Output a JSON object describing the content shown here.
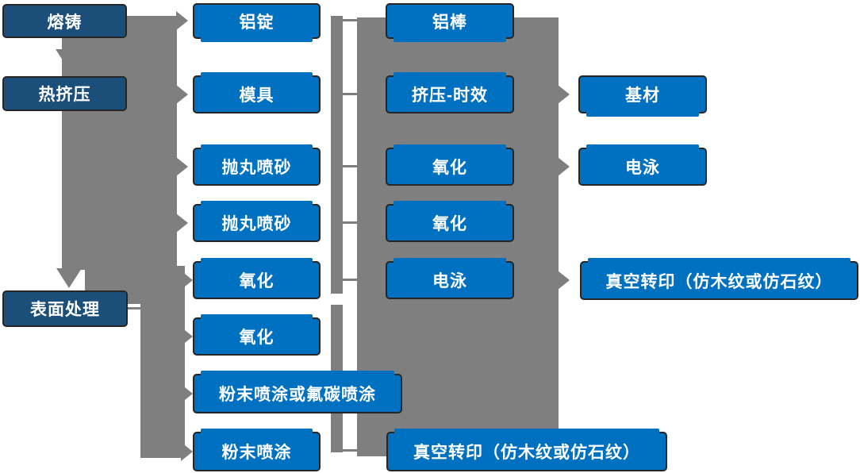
{
  "diagram": {
    "description_labels": {
      "col1_stage_boxes": [
        "熔铸",
        "热挤压",
        "表面处理"
      ],
      "col2_boxes": [
        "铝锭",
        "模具",
        "抛丸喷砂",
        "抛丸喷砂",
        "氧化",
        "氧化",
        "粉末喷涂或氟碳喷涂",
        "粉末喷涂"
      ],
      "col3_boxes": [
        "铝棒",
        "挤压-时效",
        "氧化",
        "氧化",
        "电泳",
        "真空转印（仿木纹或仿石纹）"
      ],
      "col4_boxes": [
        "基材",
        "电泳",
        "真空转印（仿木纹或仿石纹）"
      ]
    },
    "colors": {
      "process_box_blue": "#0070C0",
      "stage_box_dark_blue": "#1B4E79",
      "connector_gray": "#7F7F7F",
      "box_border": "#262626",
      "text": "#FFFFFF",
      "background": "#FFFFFF"
    }
  },
  "nodes": {
    "melt_cast": {
      "label": "熔铸"
    },
    "hot_extrusion": {
      "label": "热挤压"
    },
    "surface_treatment": {
      "label": "表面处理"
    },
    "aluminum_ingot": {
      "label": "铝锭"
    },
    "mold": {
      "label": "模具"
    },
    "shot_blasting_1": {
      "label": "抛丸喷砂"
    },
    "shot_blasting_2": {
      "label": "抛丸喷砂"
    },
    "oxidation_c2_1": {
      "label": "氧化"
    },
    "oxidation_c2_2": {
      "label": "氧化"
    },
    "powder_or_fluorocarbon_spray": {
      "label": "粉末喷涂或氟碳喷涂"
    },
    "powder_spray": {
      "label": "粉末喷涂"
    },
    "aluminum_rod": {
      "label": "铝棒"
    },
    "extrusion_aging": {
      "label": "挤压-时效"
    },
    "oxidation_c3_1": {
      "label": "氧化"
    },
    "oxidation_c3_2": {
      "label": "氧化"
    },
    "electrophoresis_c3": {
      "label": "电泳"
    },
    "vacuum_transfer_bottom": {
      "label": "真空转印（仿木纹或仿石纹）"
    },
    "base_material": {
      "label": "基材"
    },
    "electrophoresis_c4": {
      "label": "电泳"
    },
    "vacuum_transfer_right": {
      "label": "真空转印（仿木纹或仿石纹）"
    }
  }
}
